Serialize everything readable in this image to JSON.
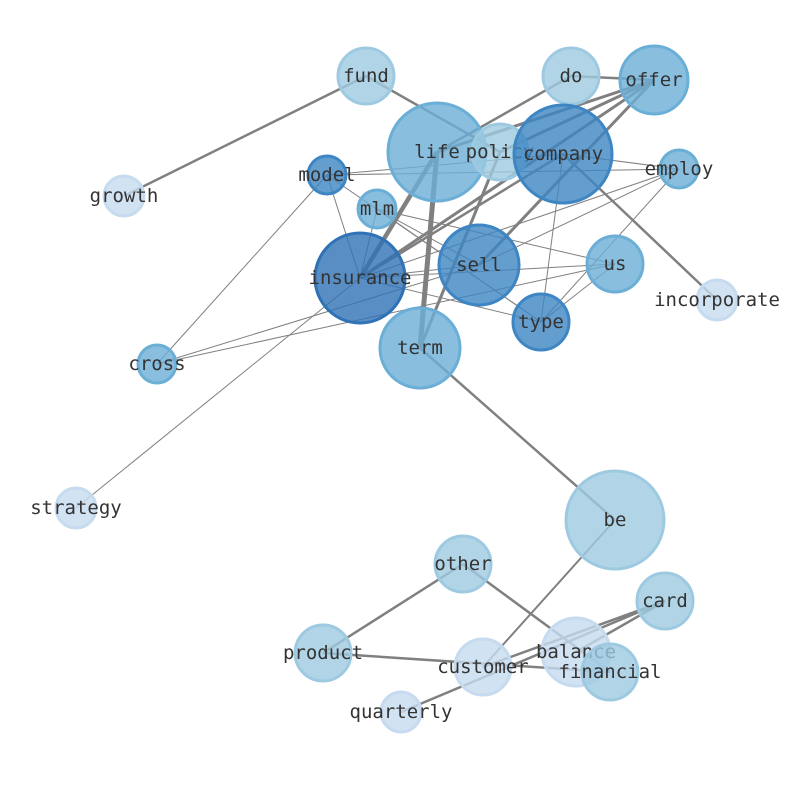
{
  "graph": {
    "nodes": [
      {
        "id": "fund",
        "label": "fund",
        "shade": "light"
      },
      {
        "id": "do",
        "label": "do",
        "shade": "light"
      },
      {
        "id": "offer",
        "label": "offer",
        "shade": "mid"
      },
      {
        "id": "growth",
        "label": "growth",
        "shade": "pale"
      },
      {
        "id": "life",
        "label": "life",
        "shade": "mid"
      },
      {
        "id": "policy",
        "label": "policy",
        "shade": "light"
      },
      {
        "id": "company",
        "label": "company",
        "shade": "dark"
      },
      {
        "id": "model",
        "label": "model",
        "shade": "dark"
      },
      {
        "id": "employ",
        "label": "employ",
        "shade": "mid"
      },
      {
        "id": "mlm",
        "label": "mlm",
        "shade": "mid"
      },
      {
        "id": "sell",
        "label": "sell",
        "shade": "dark"
      },
      {
        "id": "us",
        "label": "us",
        "shade": "mid"
      },
      {
        "id": "insurance",
        "label": "insurance",
        "shade": "darker"
      },
      {
        "id": "incorporate",
        "label": "incorporate",
        "shade": "pale"
      },
      {
        "id": "type",
        "label": "type",
        "shade": "dark"
      },
      {
        "id": "term",
        "label": "term",
        "shade": "mid"
      },
      {
        "id": "cross",
        "label": "cross",
        "shade": "mid"
      },
      {
        "id": "strategy",
        "label": "strategy",
        "shade": "pale"
      },
      {
        "id": "be",
        "label": "be",
        "shade": "light"
      },
      {
        "id": "other",
        "label": "other",
        "shade": "light"
      },
      {
        "id": "card",
        "label": "card",
        "shade": "light"
      },
      {
        "id": "product",
        "label": "product",
        "shade": "light"
      },
      {
        "id": "balance",
        "label": "balance",
        "shade": "pale"
      },
      {
        "id": "customer",
        "label": "customer",
        "shade": "pale"
      },
      {
        "id": "financial",
        "label": "financial",
        "shade": "light"
      },
      {
        "id": "quarterly",
        "label": "quarterly",
        "shade": "pale"
      }
    ],
    "edges": [
      [
        "fund",
        "growth",
        2.5
      ],
      [
        "fund",
        "policy",
        2.5
      ],
      [
        "do",
        "offer",
        2.5
      ],
      [
        "do",
        "life",
        2.5
      ],
      [
        "offer",
        "life",
        3
      ],
      [
        "offer",
        "policy",
        3
      ],
      [
        "offer",
        "sell",
        3
      ],
      [
        "offer",
        "insurance",
        3
      ],
      [
        "life",
        "insurance",
        4.5
      ],
      [
        "life",
        "term",
        5
      ],
      [
        "policy",
        "term",
        3
      ],
      [
        "company",
        "insurance",
        2.5
      ],
      [
        "company",
        "incorporate",
        2.5
      ],
      [
        "company",
        "type",
        1
      ],
      [
        "company",
        "employ",
        1
      ],
      [
        "model",
        "employ",
        1
      ],
      [
        "model",
        "company",
        1
      ],
      [
        "model",
        "cross",
        1
      ],
      [
        "model",
        "type",
        1
      ],
      [
        "model",
        "insurance",
        1
      ],
      [
        "mlm",
        "us",
        1
      ],
      [
        "mlm",
        "type",
        1
      ],
      [
        "mlm",
        "sell",
        1
      ],
      [
        "insurance",
        "sell",
        1
      ],
      [
        "insurance",
        "mlm",
        1
      ],
      [
        "insurance",
        "type",
        1
      ],
      [
        "insurance",
        "us",
        1
      ],
      [
        "employ",
        "sell",
        1
      ],
      [
        "employ",
        "insurance",
        1
      ],
      [
        "employ",
        "type",
        1
      ],
      [
        "us",
        "type",
        1
      ],
      [
        "cross",
        "sell",
        1
      ],
      [
        "cross",
        "us",
        1
      ],
      [
        "insurance",
        "strategy",
        1
      ],
      [
        "term",
        "be",
        2.5
      ],
      [
        "be",
        "customer",
        2
      ],
      [
        "other",
        "product",
        2.5
      ],
      [
        "other",
        "financial",
        2.5
      ],
      [
        "product",
        "financial",
        2.5
      ],
      [
        "card",
        "balance",
        2.5
      ],
      [
        "card",
        "quarterly",
        2.5
      ],
      [
        "card",
        "customer",
        2.5
      ]
    ]
  },
  "colors": {
    "pale": "#c6dbef",
    "light": "#9ecae1",
    "mid": "#6baed6",
    "dark": "#3d86c3",
    "darker": "#2f72b5"
  }
}
